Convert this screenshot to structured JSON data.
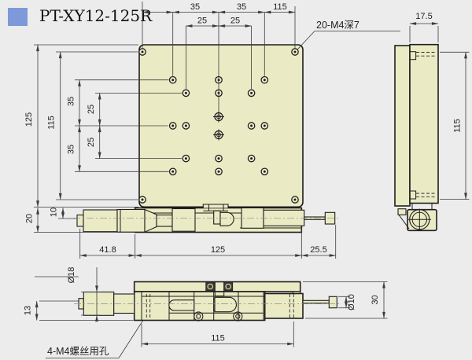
{
  "header": {
    "title": "PT-XY12-125R"
  },
  "colors": {
    "background": "#ececec",
    "accent_swatch": "#7d99d9",
    "part_fill": "#eaeac4",
    "outline": "#1e1e1e",
    "dimension": "#3c3c3c"
  },
  "views": {
    "top": {
      "note_holes": "20-M4深7",
      "dim_35_left": "35",
      "dim_35_right": "35",
      "dim_115_top": "115",
      "dim_25_left": "25",
      "dim_25_right": "25",
      "dim_125_side": "125",
      "dim_115_side": "115",
      "dim_35_up": "35",
      "dim_25_up": "25",
      "dim_25_down": "25",
      "dim_35_down": "35"
    },
    "side": {
      "dim_17_5": "17.5",
      "dim_115": "115"
    },
    "front": {
      "dim_20": "20",
      "dim_10": "10",
      "dim_41_8": "41.8",
      "dim_125": "125",
      "dim_25_5": "25.5"
    },
    "bottom": {
      "dim_dia18": "Ø18",
      "dim_13": "13",
      "note_screws": "4-M4螺丝用孔",
      "dim_115": "115",
      "dim_dia10": "Ø10",
      "dim_30": "30"
    }
  }
}
